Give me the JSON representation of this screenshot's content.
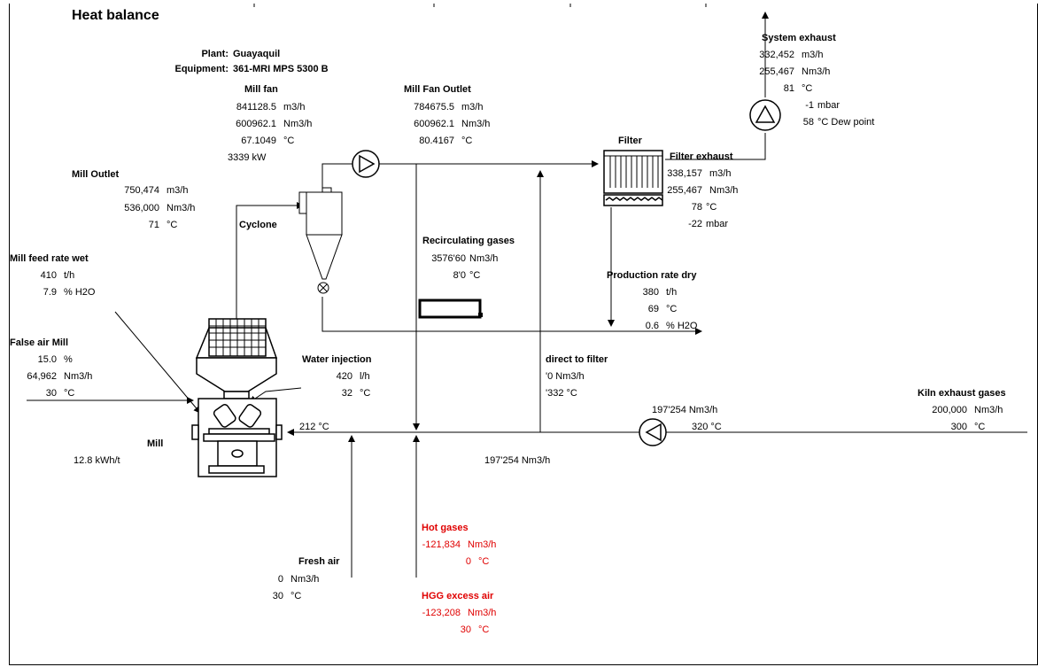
{
  "title": "Heat balance",
  "plant": {
    "label": "Plant:",
    "value": "Guayaquil"
  },
  "equipment": {
    "label": "Equipment:",
    "value": "361-MRI MPS 5300 B"
  },
  "mill_fan": {
    "label": "Mill fan",
    "flow": "841128.5",
    "flow_unit": "m3/h",
    "norm_flow": "600962.1",
    "norm_unit": "Nm3/h",
    "temp": "67.1049",
    "temp_unit": "°C",
    "power": "3339 kW"
  },
  "mill_fan_outlet": {
    "label": "Mill Fan Outlet",
    "flow": "784675.5",
    "flow_unit": "m3/h",
    "norm_flow": "600962.1",
    "norm_unit": "Nm3/h",
    "temp": "80.4167",
    "temp_unit": "°C"
  },
  "filter": {
    "label": "Filter"
  },
  "system_exhaust": {
    "label": "System exhaust",
    "flow": "332,452",
    "flow_unit": "m3/h",
    "norm_flow": "255,467",
    "norm_unit": "Nm3/h",
    "temp": "81",
    "temp_unit": "°C",
    "pressure": "-1",
    "pressure_unit": "mbar",
    "dew": "58",
    "dew_unit": "°C Dew point"
  },
  "filter_exhaust": {
    "label": "Filter exhaust",
    "flow": "338,157",
    "flow_unit": "m3/h",
    "norm_flow": "255,467",
    "norm_unit": "Nm3/h",
    "temp": "78",
    "temp_unit": "°C",
    "pressure": "-22",
    "pressure_unit": "mbar"
  },
  "mill_outlet": {
    "label": "Mill Outlet",
    "flow": "750,474",
    "flow_unit": "m3/h",
    "norm_flow": "536,000",
    "norm_unit": "Nm3/h",
    "temp": "71",
    "temp_unit": "°C"
  },
  "cyclone": {
    "label": "Cyclone"
  },
  "recirculating": {
    "label": "Recirculating gases",
    "norm_flow": "3576'60",
    "norm_unit": "Nm3/h",
    "temp": "8'0",
    "temp_unit": "°C"
  },
  "production": {
    "label": "Production rate dry",
    "rate": "380",
    "rate_unit": "t/h",
    "temp": "69",
    "temp_unit": "°C",
    "moisture": "0.6",
    "moisture_unit": "% H2O"
  },
  "feed": {
    "label": "Mill feed rate wet",
    "rate": "410",
    "rate_unit": "t/h",
    "moisture": "7.9",
    "moisture_unit": "% H2O"
  },
  "false_air": {
    "label": "False air Mill",
    "pct": "15.0",
    "pct_unit": "%",
    "norm_flow": "64,962",
    "norm_unit": "Nm3/h",
    "temp": "30",
    "temp_unit": "°C"
  },
  "water": {
    "label": "Water injection",
    "rate": "420",
    "rate_unit": "l/h",
    "temp": "32",
    "temp_unit": "°C"
  },
  "direct_filter": {
    "label": "direct to filter",
    "norm_flow": "'0 Nm3/h",
    "temp": "'332 °C"
  },
  "kiln": {
    "label": "Kiln exhaust gases",
    "norm_flow": "200,000",
    "norm_unit": "Nm3/h",
    "temp": "300",
    "temp_unit": "°C"
  },
  "kiln_fan": {
    "norm_flow": "197'254 Nm3/h",
    "temp": "320 °C"
  },
  "mill_inlet": {
    "temp": "212 °C"
  },
  "bypass": {
    "norm_flow": "197'254 Nm3/h"
  },
  "mill": {
    "label": "Mill",
    "energy": "12.8 kWh/t"
  },
  "hot_gases": {
    "label": "Hot gases",
    "norm_flow": "-121,834",
    "norm_unit": "Nm3/h",
    "temp": "0",
    "temp_unit": "°C"
  },
  "fresh_air": {
    "label": "Fresh air",
    "norm_flow": "0",
    "norm_unit": "Nm3/h",
    "temp": "30",
    "temp_unit": "°C"
  },
  "hgg_excess": {
    "label": "HGG excess air",
    "norm_flow": "-123,208",
    "norm_unit": "Nm3/h",
    "temp": "30",
    "temp_unit": "°C"
  },
  "colors": {
    "line": "#000000",
    "highlight": "#e00000"
  }
}
